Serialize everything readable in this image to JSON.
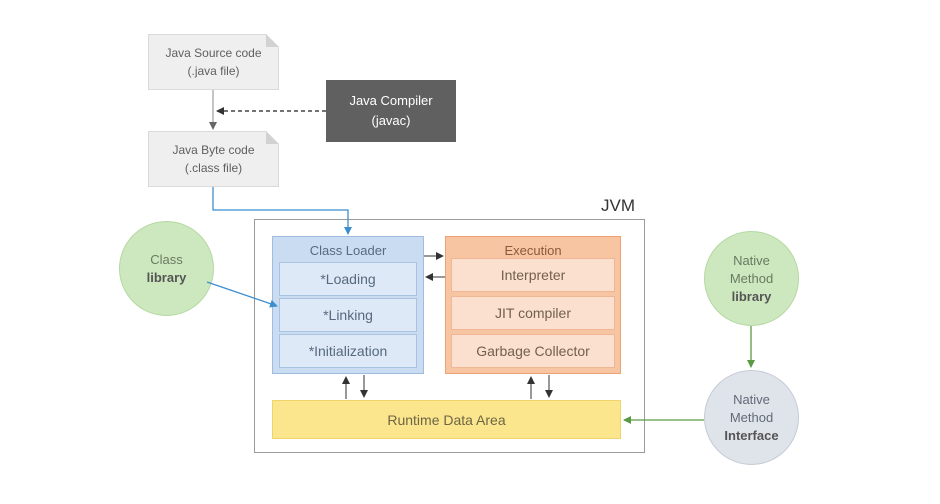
{
  "source_code": {
    "line1": "Java Source code",
    "line2": "(.java file)"
  },
  "compiler": {
    "line1": "Java Compiler",
    "line2": "(javac)"
  },
  "byte_code": {
    "line1": "Java Byte code",
    "line2": "(.class file)"
  },
  "jvm": {
    "label": "JVM"
  },
  "class_loader": {
    "title": "Class Loader",
    "items": [
      "*Loading",
      "*Linking",
      "*Initialization"
    ]
  },
  "execution": {
    "title": "Execution",
    "items": [
      "Interpreter",
      "JIT compiler",
      "Garbage Collector"
    ]
  },
  "runtime": {
    "label": "Runtime Data Area"
  },
  "class_library": {
    "line1": "Class",
    "line2": "library"
  },
  "native_library": {
    "line1": "Native",
    "line2": "Method",
    "line3": "library"
  },
  "native_interface": {
    "line1": "Native",
    "line2": "Method",
    "line3": "Interface"
  }
}
